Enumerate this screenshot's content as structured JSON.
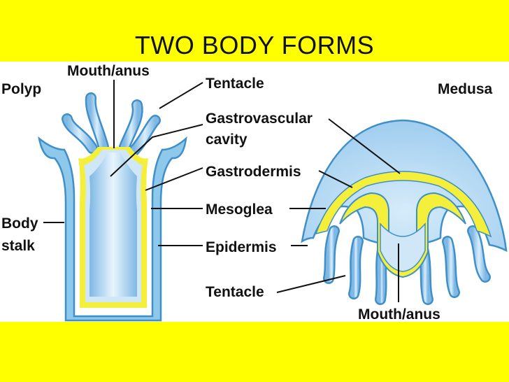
{
  "slide": {
    "title": "TWO BODY FORMS",
    "background_color": "#ffff00"
  },
  "figure": {
    "polyp_label": "Polyp",
    "medusa_label": "Medusa",
    "body_stalk_line1": "Body",
    "body_stalk_line2": "stalk",
    "mouth_anus_top": "Mouth/anus",
    "mouth_anus_bottom": "Mouth/anus",
    "tentacle_top": "Tentacle",
    "tentacle_bottom": "Tentacle",
    "gastrovascular_line1": "Gastrovascular",
    "gastrovascular_line2": "cavity",
    "gastrodermis": "Gastrodermis",
    "mesoglea": "Mesoglea",
    "epidermis": "Epidermis",
    "colors": {
      "epidermis": "#8ec8ea",
      "outline": "#3f8fc9",
      "mesoglea": "#f4ef3a",
      "cavity": "#a9d6f2",
      "cavity_light": "#e9f5fc"
    }
  }
}
